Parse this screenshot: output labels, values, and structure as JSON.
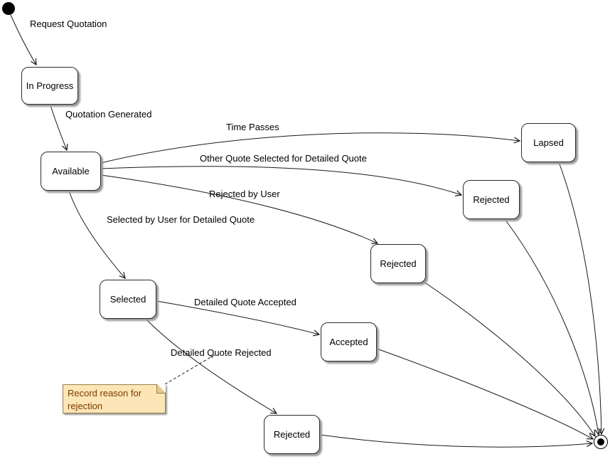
{
  "diagram": {
    "type": "uml-state-diagram",
    "states": {
      "in_progress": {
        "label": "In Progress"
      },
      "available": {
        "label": "Available"
      },
      "lapsed": {
        "label": "Lapsed"
      },
      "rejected_after_other_quote": {
        "label": "Rejected"
      },
      "rejected_by_user_state": {
        "label": "Rejected"
      },
      "selected": {
        "label": "Selected"
      },
      "accepted": {
        "label": "Accepted"
      },
      "rejected_detailed": {
        "label": "Rejected"
      }
    },
    "transitions": {
      "request_quotation": {
        "label": "Request Quotation"
      },
      "quotation_generated": {
        "label": "Quotation Generated"
      },
      "time_passes": {
        "label": "Time Passes"
      },
      "other_quote_selected": {
        "label": "Other Quote Selected for Detailed Quote"
      },
      "rejected_by_user": {
        "label": "Rejected by User"
      },
      "selected_by_user": {
        "label": "Selected by User for Detailed Quote"
      },
      "detailed_quote_accepted": {
        "label": "Detailed Quote Accepted"
      },
      "detailed_quote_rejected": {
        "label": "Detailed Quote Rejected"
      }
    },
    "note": {
      "text": "Record reason for rejection"
    },
    "colors": {
      "state_fill": "#ffffff",
      "state_border": "#2b2b2b",
      "edge": "#1a1a1a",
      "note_fill": "#FCE6B8",
      "note_border": "#9a8147",
      "note_text": "#7a3b00",
      "shadow": "#9a9a9a"
    }
  }
}
